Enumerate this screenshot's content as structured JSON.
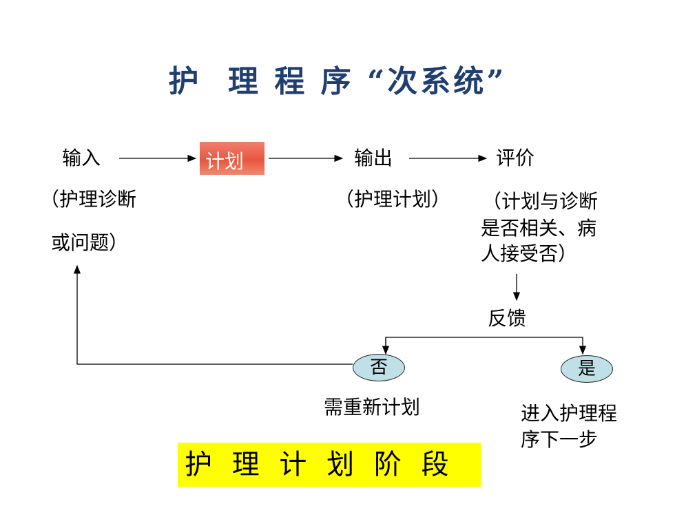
{
  "title": "护  理 程 序 “次系统”",
  "nodes": {
    "input": "输入",
    "plan": "计划",
    "output": "输出",
    "evaluate": "评价"
  },
  "notes": {
    "input_line1": "（护理诊断",
    "input_line2": "或问题）",
    "output": "（护理计划）",
    "evaluate_line1": "（计划与诊断",
    "evaluate_line2": "是否相关、病",
    "evaluate_line3": "人接受否）"
  },
  "feedback": "反馈",
  "branches": {
    "no": "否",
    "yes": "是",
    "no_desc": "需重新计划",
    "yes_desc_line1": "进入护理程",
    "yes_desc_line2": "序下一步"
  },
  "stage_label": "护 理 计 划 阶 段",
  "colors": {
    "title": "#1f3f70",
    "plan_box": "#e8563e",
    "oval_fill": "#bfe0e6",
    "stage_fill": "#ffff00"
  }
}
